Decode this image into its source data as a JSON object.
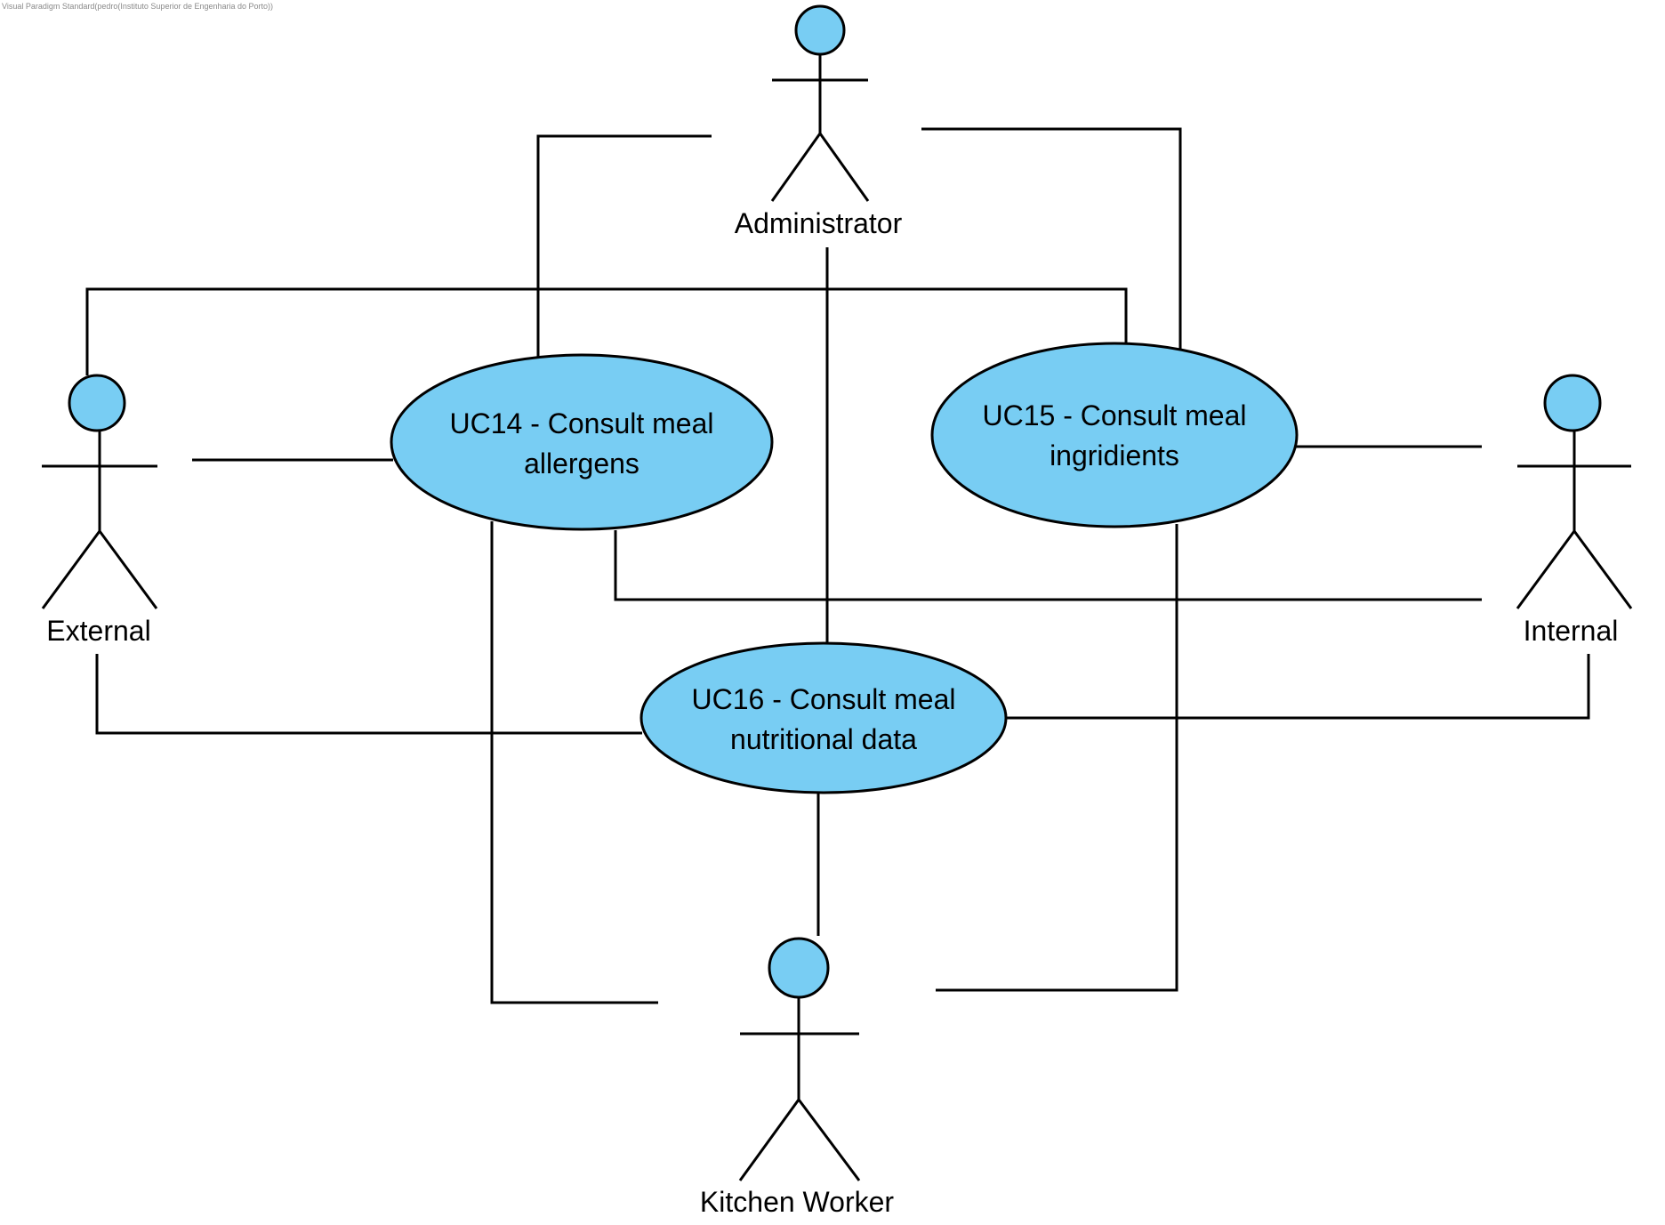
{
  "watermark": "Visual Paradigm Standard(pedro(Instituto Superior de Engenharia do Porto))",
  "colors": {
    "fill": "#78CDF3",
    "stroke": "#000000",
    "background": "#FFFFFF"
  },
  "actors": {
    "administrator": {
      "label": "Administrator"
    },
    "external": {
      "label": "External"
    },
    "internal": {
      "label": "Internal"
    },
    "kitchen_worker": {
      "label": "Kitchen Worker"
    }
  },
  "use_cases": {
    "uc14": {
      "line1": "UC14 - Consult meal",
      "line2": "allergens"
    },
    "uc15": {
      "line1": "UC15 - Consult meal",
      "line2": "ingridients"
    },
    "uc16": {
      "line1": "UC16 - Consult meal",
      "line2": "nutritional data"
    }
  }
}
